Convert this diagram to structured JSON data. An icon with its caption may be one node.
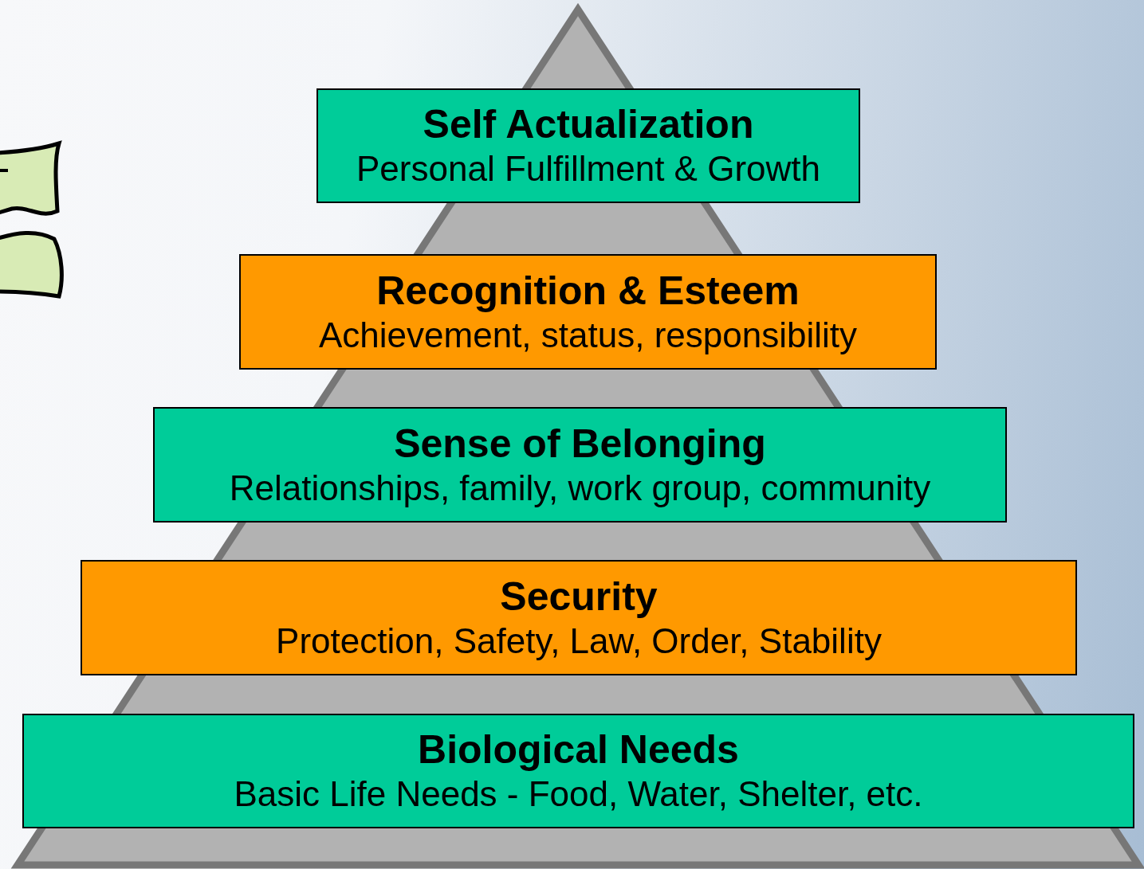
{
  "diagram": {
    "nodes": [
      {
        "text": [
          "Self Actualization",
          "Personal Fulfillment & Growth"
        ]
      },
      {
        "text": [
          "Recognition & Esteem",
          "Achievement, status, responsibility"
        ]
      },
      {
        "text": [
          "Sense of Belonging",
          "Relationships, family, work group, community"
        ]
      },
      {
        "text": [
          "Security",
          "Protection, Safety, Law, Order, Stability"
        ]
      },
      {
        "text": [
          "Biological Needs",
          "Basic Life Needs - Food, Water, Shelter, etc."
        ]
      }
    ]
  }
}
